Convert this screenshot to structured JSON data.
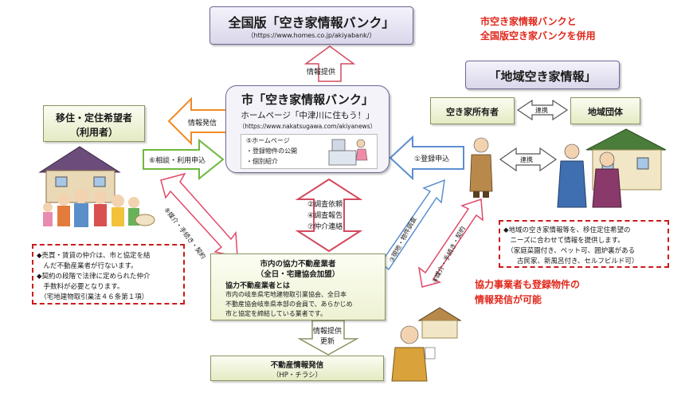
{
  "national_bank": {
    "title": "全国版「空き家情報バンク」",
    "url": "（https://www.homes.co.jp/akiyabank/）"
  },
  "city_bank": {
    "title": "市「空き家情報バンク」",
    "subtitle": "ホームページ「中津川に住もう！」",
    "url": "（https://www.nakatsugawa.com/akiyanews）",
    "inner_title": "⑤ホームページ",
    "inner_items": [
      "・登録物件の公開",
      "・個別紹介"
    ]
  },
  "note_top_right": [
    "市空き家情報バンクと",
    "全国版空き家バンクを併用"
  ],
  "regional_info": "「地域空き家情報」",
  "owner_label": "空き家所有者",
  "community_label": "地域団体",
  "user_label": [
    "移住・定住希望者",
    "（利用者）"
  ],
  "realtor": {
    "title": [
      "市内の協力不動産業者",
      "（全日・宅建協会加盟）"
    ],
    "def_title": "協力不動産業者とは",
    "def_lines": [
      "市内の岐阜県宅地建物取引業協会、全日本",
      "不動産協会岐阜県本部の会員で、あらかじめ",
      "市と協定を締結している業者です。"
    ]
  },
  "realestate_info": {
    "title": "不動産情報発信",
    "sub": "（HP・チラシ）"
  },
  "left_note": [
    "◆売買・賃貸の仲介は、市と協定を結",
    "　んだ不動産業者が行ないます。",
    "◆契約の段階で法律に定められた仲介",
    "　手数料が必要となります。",
    "　（宅地建物取引業法４６条第１項）"
  ],
  "right_note": [
    "◆地域の空き家情報等を、移住定住希望の",
    "　ニーズに合わせて情報を提供します。",
    "　（家庭菜園付き、ペット可、囲炉裏がある",
    "　　古民家、新風呂付き、セルフビルド可）"
  ],
  "red_note_bottom": [
    "協力事業者も登録物件の",
    "情報発信が可能"
  ],
  "arrow_labels": {
    "info_provide_top": "情報提供",
    "info_send": "情報発信",
    "consult": "⑥相談・利用申込",
    "register": "①登録申込",
    "link1": "連携",
    "link2": "連携",
    "survey1": "②調査依頼",
    "survey2": "④調査報告",
    "survey3": "⑦仲介連絡",
    "left_diag": "⑧媒介・手続き・契約",
    "right_diag1": "③現地・物件調査",
    "right_diag2": "⑧媒介・手続き・契約",
    "info_provide_bottom": "情報提供",
    "update": "更新"
  },
  "colors": {
    "purple_border": "#6b6895",
    "red": "#e0281c",
    "orange_arrow": "#f08a24",
    "green_arrow": "#6fb83f",
    "blue_arrow": "#5d8fd0",
    "pink_arrow": "#e04a6a"
  }
}
